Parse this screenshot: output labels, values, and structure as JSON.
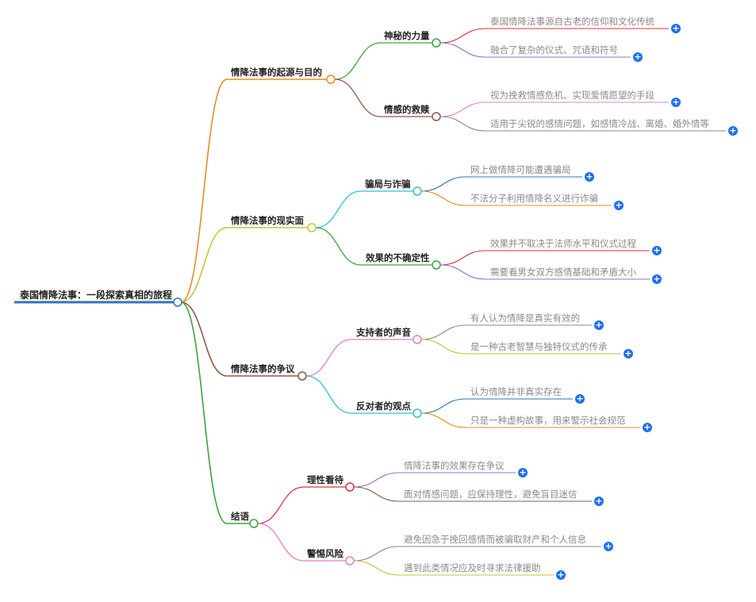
{
  "root": {
    "label": "泰国情降法事：一段探索真相的旅程",
    "color": "#2e75b6"
  },
  "icons": {
    "expand": "plus-circle-icon",
    "glyph": "+"
  },
  "colors": {
    "leaf_text": "#8a8a8a",
    "expand_button": "#1f6fef"
  },
  "branches": [
    {
      "label": "情降法事的起源与目的",
      "color": "#f08a24",
      "children": [
        {
          "label": "神秘的力量",
          "color": "#3aa63a",
          "leaves": [
            {
              "label": "泰国情降法事源自古老的信仰和文化传统",
              "color": "#d9363e"
            },
            {
              "label": "融合了复杂的仪式、咒语和符号",
              "color": "#9b6cc9"
            }
          ]
        },
        {
          "label": "情感的救赎",
          "color": "#8c5a4a",
          "leaves": [
            {
              "label": "视为挽救情感危机、实现爱情愿望的手段",
              "color": "#e67ec8"
            },
            {
              "label": "适用于尖锐的感情问题，如感情冷战、离婚、婚外情等",
              "color": "#8a8a8a"
            }
          ]
        }
      ]
    },
    {
      "label": "情降法事的现实面",
      "color": "#c4c43a",
      "children": [
        {
          "label": "骗局与诈骗",
          "color": "#2fc0d4",
          "leaves": [
            {
              "label": "网上做情降可能遭遇骗局",
              "color": "#2e75b6"
            },
            {
              "label": "不法分子利用情降名义进行诈骗",
              "color": "#f08a24"
            }
          ]
        },
        {
          "label": "效果的不确定性",
          "color": "#3aa63a",
          "leaves": [
            {
              "label": "效果并不取决于法师水平和仪式过程",
              "color": "#d9363e"
            },
            {
              "label": "需要看男女双方感情基础和矛盾大小",
              "color": "#9b6cc9"
            }
          ]
        }
      ]
    },
    {
      "label": "情降法事的争议",
      "color": "#8c5a4a",
      "children": [
        {
          "label": "支持者的声音",
          "color": "#e67ec8",
          "leaves": [
            {
              "label": "有人认为情降是真实有效的",
              "color": "#8a8a8a"
            },
            {
              "label": "是一种古老智慧与独特仪式的传承",
              "color": "#c4c43a"
            }
          ]
        },
        {
          "label": "反对者的观点",
          "color": "#2fc0d4",
          "leaves": [
            {
              "label": "认为情降并非真实存在",
              "color": "#2e75b6"
            },
            {
              "label": "只是一种虚构故事，用来警示社会规范",
              "color": "#f08a24"
            }
          ]
        }
      ]
    },
    {
      "label": "结语",
      "color": "#3aa63a",
      "children": [
        {
          "label": "理性看待",
          "color": "#d9363e",
          "leaves": [
            {
              "label": "情降法事的效果存在争议",
              "color": "#9b6cc9"
            },
            {
              "label": "面对情感问题，应保持理性，避免盲目迷信",
              "color": "#8c5a4a"
            }
          ]
        },
        {
          "label": "警惕风险",
          "color": "#e67ec8",
          "leaves": [
            {
              "label": "避免因急于挽回感情而被骗取财产和个人信息",
              "color": "#8a8a8a"
            },
            {
              "label": "遇到此类情况应及时寻求法律援助",
              "color": "#c4c43a"
            }
          ]
        }
      ]
    }
  ]
}
